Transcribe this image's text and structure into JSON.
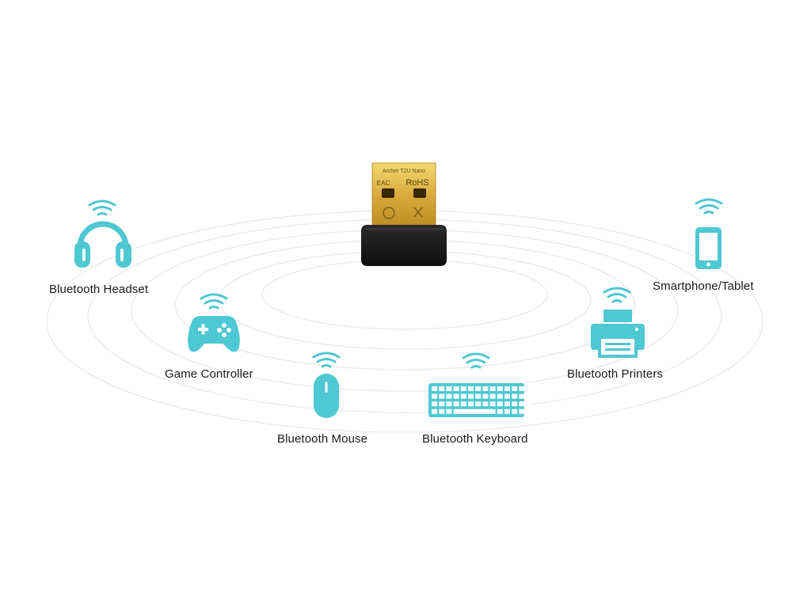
{
  "accent_color": "#4ec8d2",
  "adapter": {
    "model_text": "Archer T2U Nano",
    "marks_text": "EAC",
    "rohs_text": "RoHS"
  },
  "devices": [
    {
      "id": "headset",
      "label": "Bluetooth Headset",
      "icon": "headphones-icon"
    },
    {
      "id": "game",
      "label": "Game Controller",
      "icon": "gamepad-icon"
    },
    {
      "id": "mouse",
      "label": "Bluetooth Mouse",
      "icon": "mouse-icon"
    },
    {
      "id": "keyboard",
      "label": "Bluetooth Keyboard",
      "icon": "keyboard-icon"
    },
    {
      "id": "printer",
      "label": "Bluetooth Printers",
      "icon": "printer-icon"
    },
    {
      "id": "phone",
      "label": "Smartphone/Tablet",
      "icon": "smartphone-icon"
    }
  ]
}
